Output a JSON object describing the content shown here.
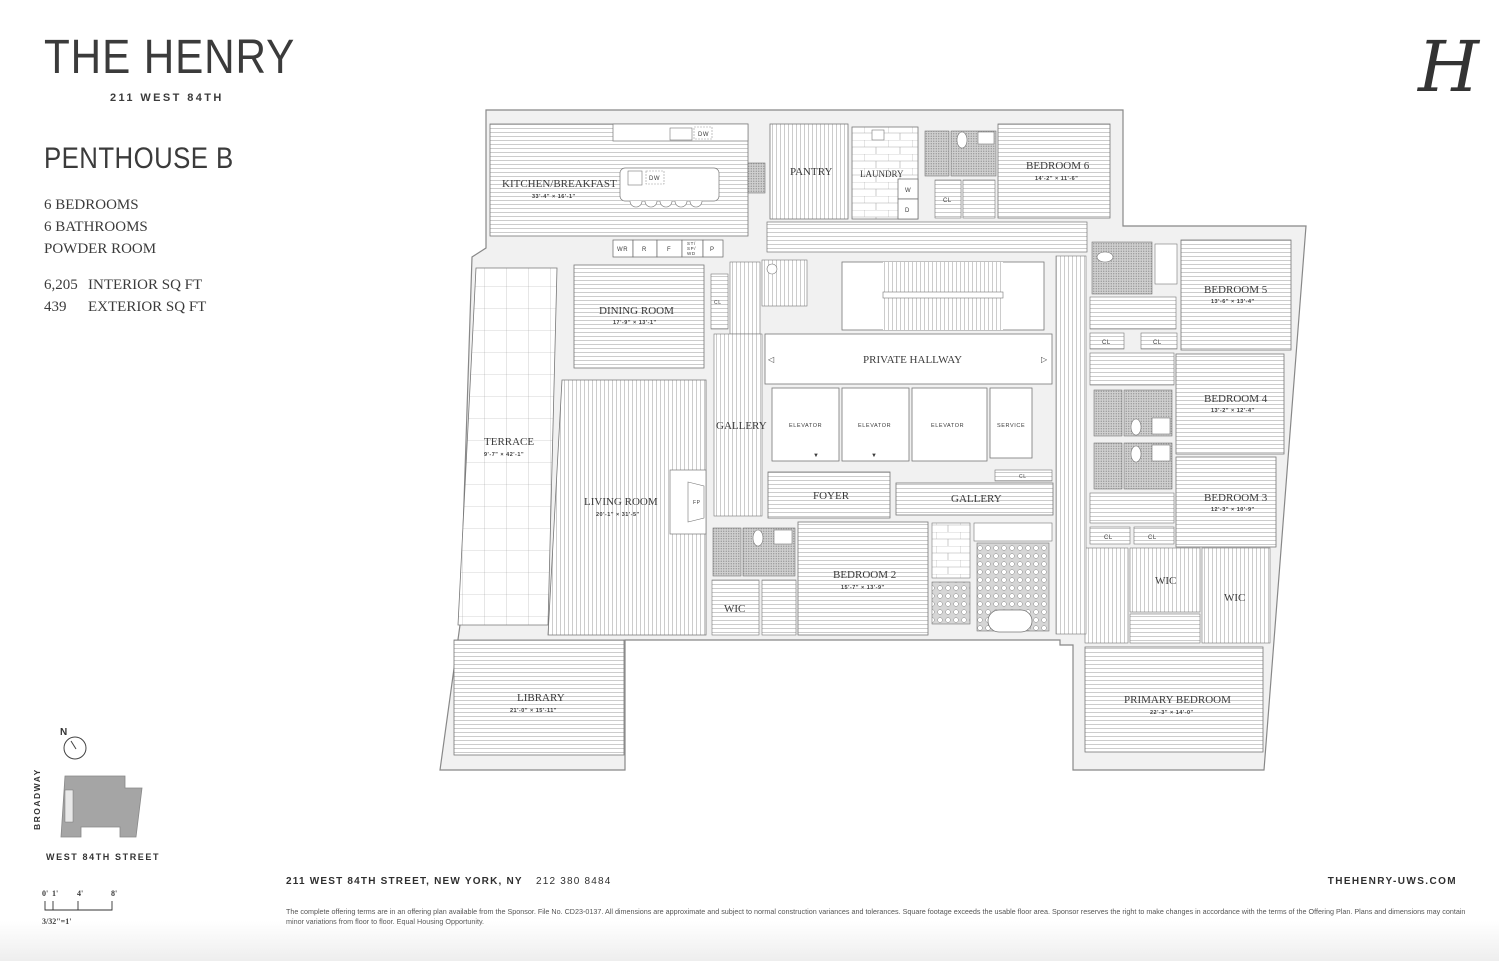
{
  "header": {
    "brand": "THE HENRY",
    "address_short": "211 WEST 84TH",
    "logo_glyph": "H",
    "logo_icon": "script-h-logo-icon"
  },
  "unit": {
    "name": "PENTHOUSE B",
    "specs": [
      "6 BEDROOMS",
      "6 BATHROOMS",
      "POWDER ROOM"
    ],
    "areas": [
      {
        "value": "6,205",
        "label": "INTERIOR SQ FT"
      },
      {
        "value": "439",
        "label": "EXTERIOR SQ FT"
      }
    ]
  },
  "floorplan": {
    "rooms": [
      {
        "name": "KITCHEN/BREAKFAST",
        "dims": "33'-4\" × 16'-1\""
      },
      {
        "name": "PANTRY",
        "dims": ""
      },
      {
        "name": "LAUNDRY",
        "dims": ""
      },
      {
        "name": "BEDROOM 6",
        "dims": "14'-2\" × 11'-6\""
      },
      {
        "name": "BEDROOM 5",
        "dims": "13'-6\" × 13'-4\""
      },
      {
        "name": "BEDROOM 4",
        "dims": "13'-2\" × 12'-4\""
      },
      {
        "name": "BEDROOM 3",
        "dims": "12'-3\" × 10'-9\""
      },
      {
        "name": "DINING ROOM",
        "dims": "17'-9\" × 13'-1\""
      },
      {
        "name": "PRIVATE HALLWAY",
        "dims": ""
      },
      {
        "name": "GALLERY",
        "dims": ""
      },
      {
        "name": "TERRACE",
        "dims": "9'-7\" × 42'-1\""
      },
      {
        "name": "LIVING ROOM",
        "dims": "20'-1\" × 31'-5\""
      },
      {
        "name": "FOYER",
        "dims": ""
      },
      {
        "name": "GALLERY",
        "dims": ""
      },
      {
        "name": "BEDROOM 2",
        "dims": "15'-7\" × 13'-9\""
      },
      {
        "name": "WIC",
        "dims": ""
      },
      {
        "name": "WIC",
        "dims": ""
      },
      {
        "name": "WIC",
        "dims": ""
      },
      {
        "name": "LIBRARY",
        "dims": "21'-0\" × 15'-11\""
      },
      {
        "name": "PRIMARY BEDROOM",
        "dims": "22'-3\" × 14'-0\""
      }
    ],
    "fixtures": {
      "dw": "DW",
      "wr": "WR",
      "r": "R",
      "f": "F",
      "st": "ST/",
      "sp": "SP/",
      "wd": "WD",
      "p": "P",
      "w": "W",
      "d": "D",
      "cl": "CL",
      "fp": "FP",
      "elevator": "ELEVATOR",
      "service": "SERVICE"
    }
  },
  "locator": {
    "north": "N",
    "side_street": "BROADWAY",
    "front_street": "WEST 84TH STREET",
    "scale_ticks": [
      "0'",
      "1'",
      "4'",
      "8'"
    ],
    "scale_ratio": "3/32\"=1'"
  },
  "footer": {
    "address": "211 WEST 84TH STREET, NEW YORK, NY",
    "phone": "212 380 8484",
    "website": "THEHENRY-UWS.COM",
    "disclaimer": "The complete offering terms are in an offering plan available from the Sponsor. File No. CD23-0137. All dimensions are approximate and subject to normal construction variances and tolerances. Square footage exceeds the usable floor area. Sponsor reserves the right to make changes in accordance with the terms of the Offering Plan. Plans and dimensions may contain minor variations from floor to floor. Equal Housing Opportunity."
  }
}
